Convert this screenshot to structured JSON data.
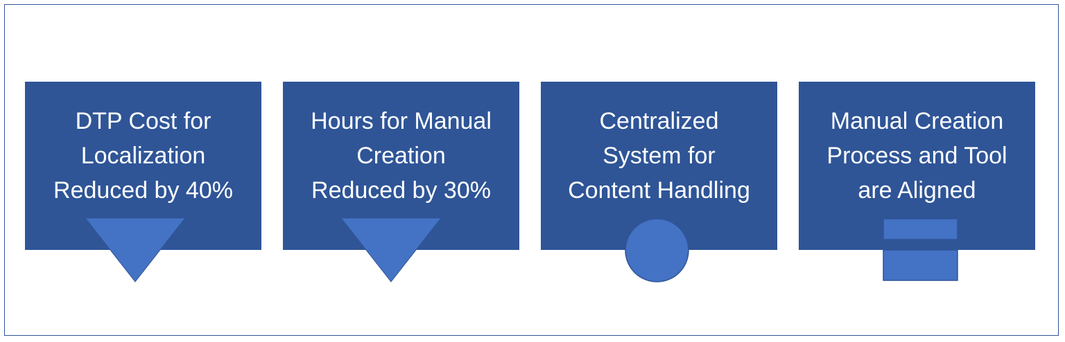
{
  "cards": [
    {
      "text": "DTP Cost for\nLocalization\nReduced by 40%",
      "symbol": "down-triangle",
      "accent": "#4472c4"
    },
    {
      "text": "Hours for Manual\nCreation\nReduced by 30%",
      "symbol": "down-triangle",
      "accent": "#4472c4"
    },
    {
      "text": "Centralized\nSystem for\nContent Handling",
      "symbol": "circle",
      "accent": "#4472c4"
    },
    {
      "text": "Manual Creation\nProcess and Tool\nare Aligned",
      "symbol": "equals-sign",
      "accent": "#4472c4"
    }
  ],
  "colors": {
    "card_fill": "#2f5597",
    "symbol_fill": "#4472c4",
    "text": "#ffffff",
    "frame_border": "#2f5597"
  }
}
